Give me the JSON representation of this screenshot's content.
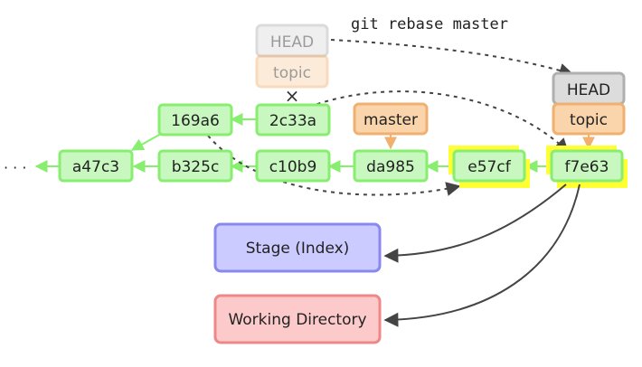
{
  "command": "git rebase master",
  "ellipsis": "· · ·",
  "old_ref": {
    "head": "HEAD",
    "branch": "topic",
    "detached_mark": "×"
  },
  "commits": {
    "c169a6": "169a6",
    "c2c33a": "2c33a",
    "a47c3": "a47c3",
    "b325c": "b325c",
    "c10b9": "c10b9",
    "da985": "da985",
    "e57cf": "e57cf",
    "f7e63": "f7e63"
  },
  "master_label": "master",
  "new_ref": {
    "head": "HEAD",
    "branch": "topic"
  },
  "stage_label": "Stage (Index)",
  "working_label": "Working Directory",
  "colors": {
    "commit_fill": "#c8f7c0",
    "commit_border": "#88ee70",
    "highlight": "#ffff33",
    "head_fill": "#dcdcdc",
    "head_border": "#b0b0b0",
    "branch_fill": "#fad5ac",
    "branch_border": "#f0b070",
    "stage_fill": "#cccbff",
    "stage_border": "#8888ee",
    "working_fill": "#fccaca",
    "working_border": "#ee8888",
    "arrow": "#444444"
  }
}
